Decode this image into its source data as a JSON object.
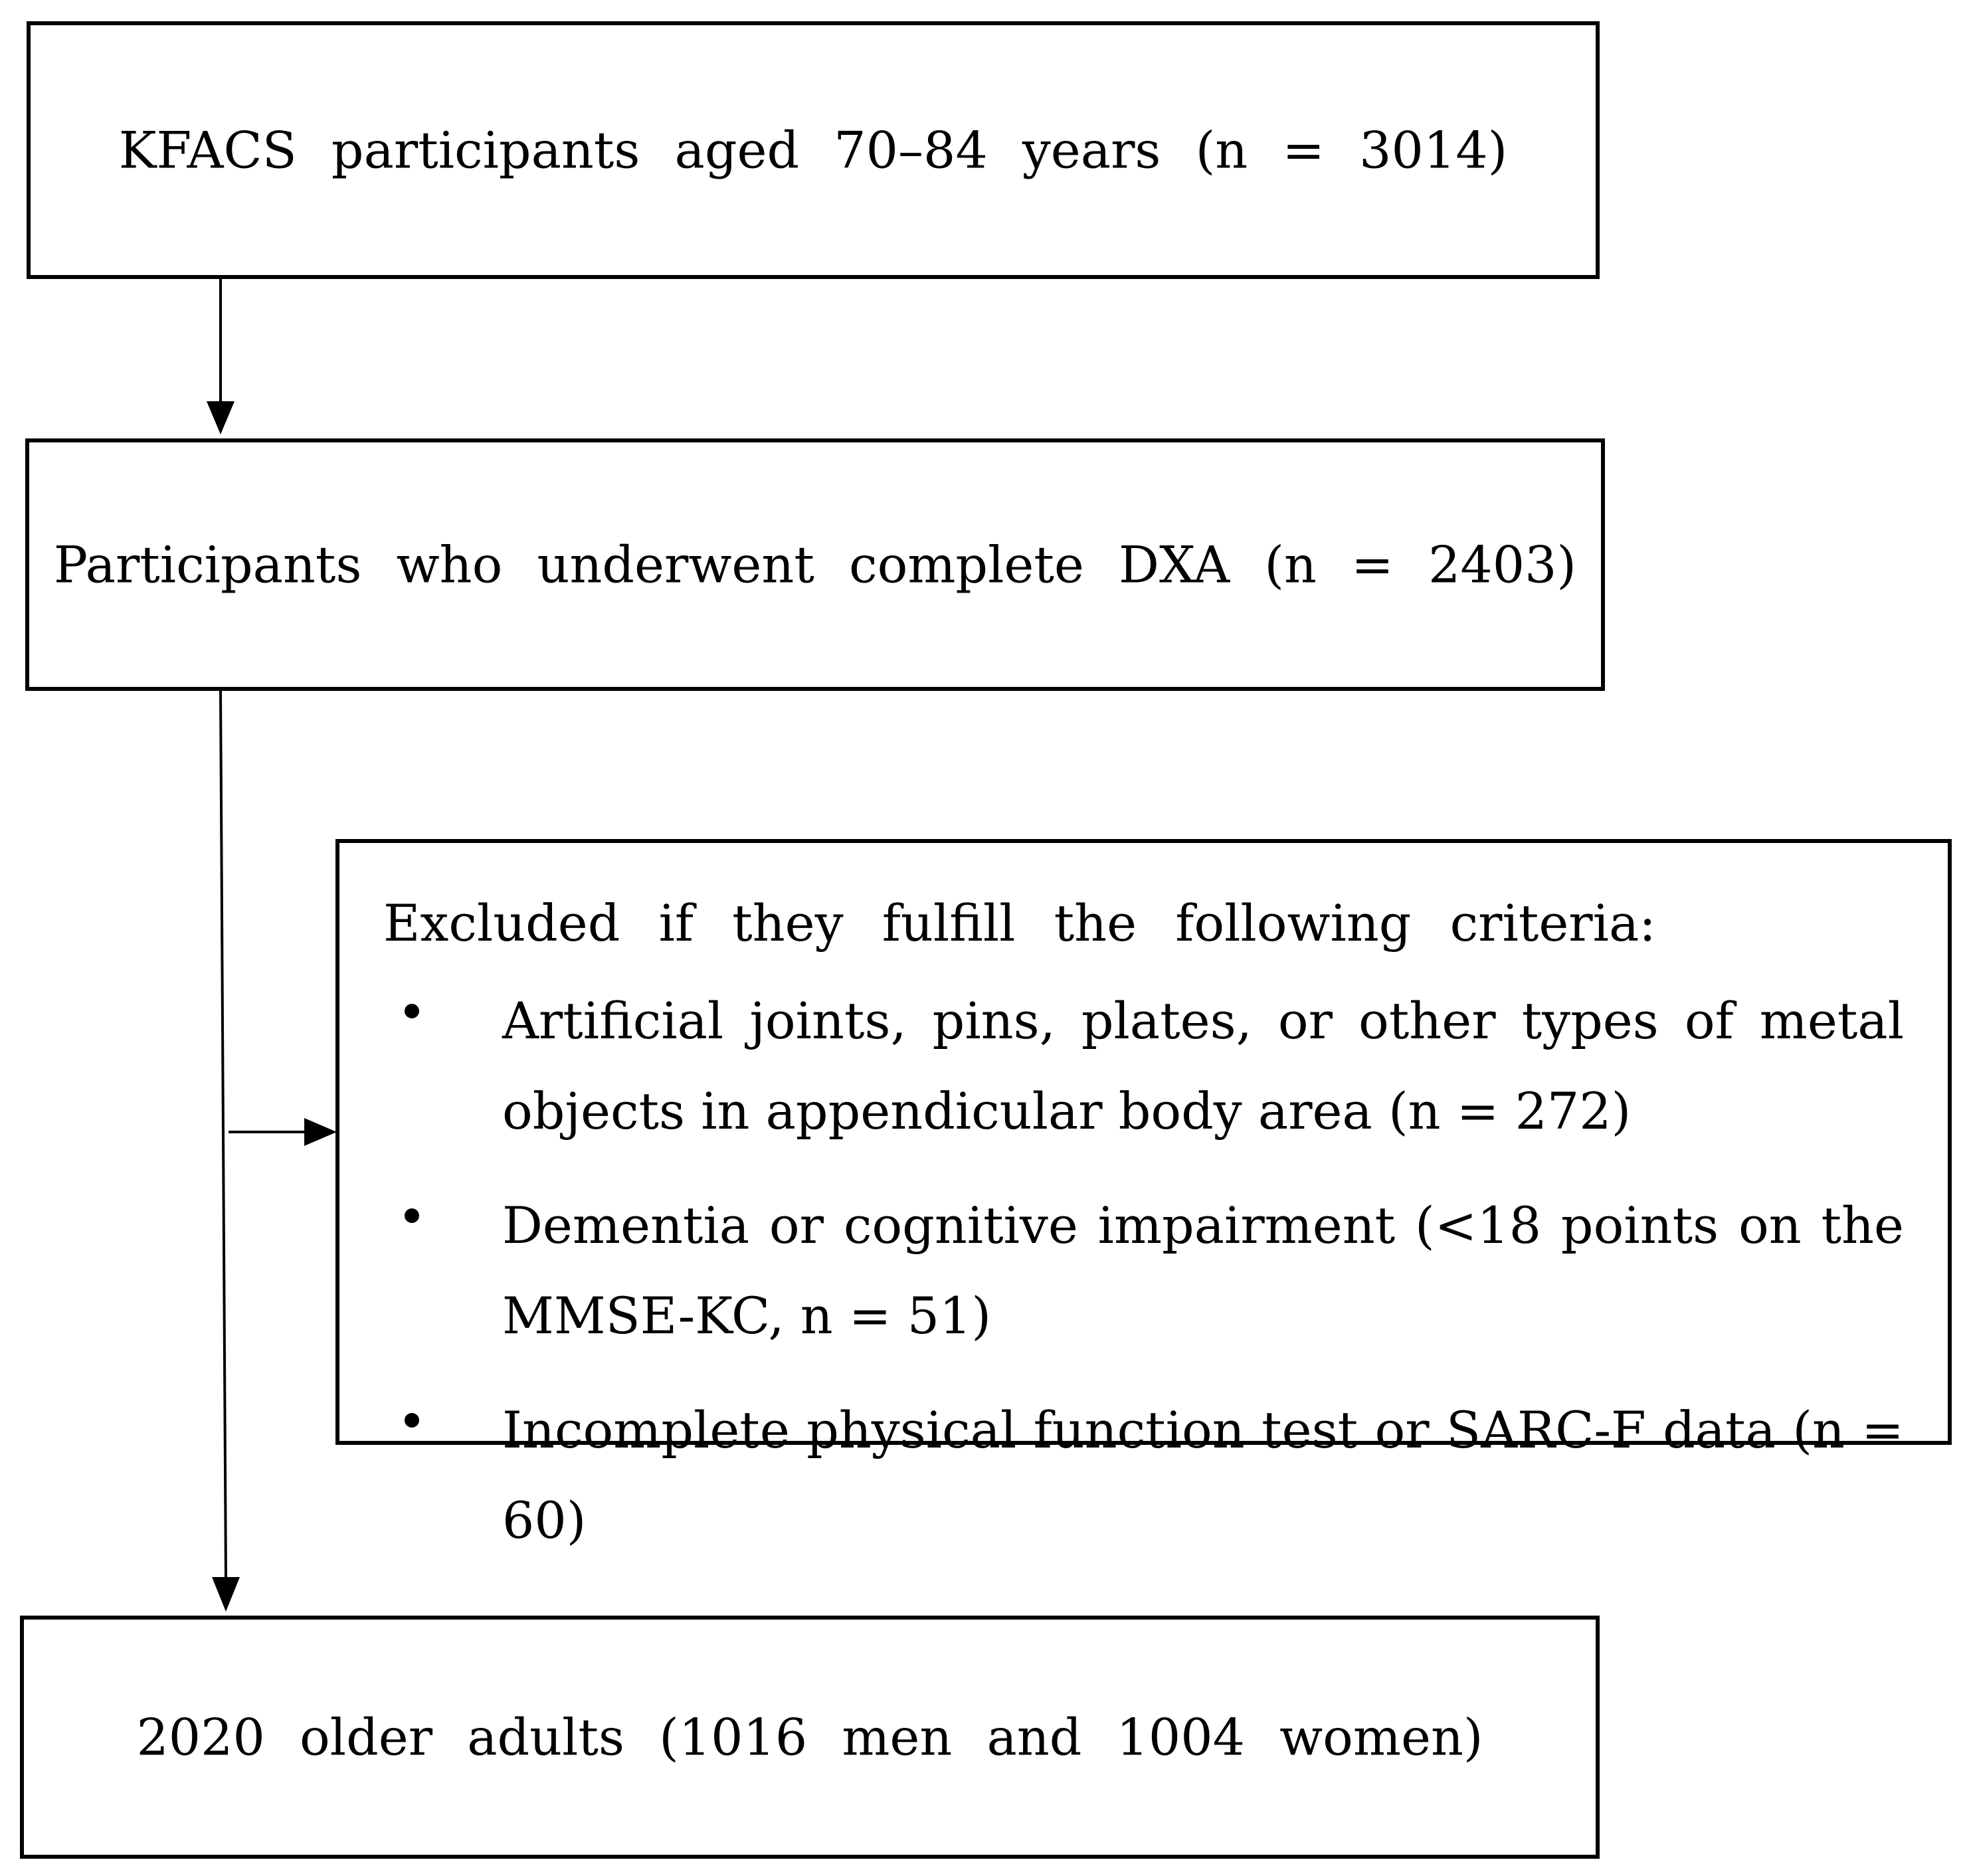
{
  "nodes": {
    "participants_total": "KFACS participants aged 70–84 years (n = 3014)",
    "dxa_complete": "Participants who underwent complete DXA (n = 2403)",
    "exclusion": {
      "heading": "Excluded if they fulfill the following criteria:",
      "criteria": [
        "Artificial joints, pins, plates, or other types of metal objects in appendicular body area (n = 272)",
        "Dementia or cognitive impairment (<18 points on the MMSE-KC, n = 51)",
        "Incomplete physical function test or SARC-F data (n = 60)"
      ]
    },
    "final_sample": "2020 older adults (1016 men and 1004 women)"
  },
  "edges": [
    {
      "from": "participants_total",
      "to": "dxa_complete"
    },
    {
      "from": "dxa_complete",
      "to": "exclusion"
    },
    {
      "from": "dxa_complete",
      "to": "final_sample"
    }
  ]
}
